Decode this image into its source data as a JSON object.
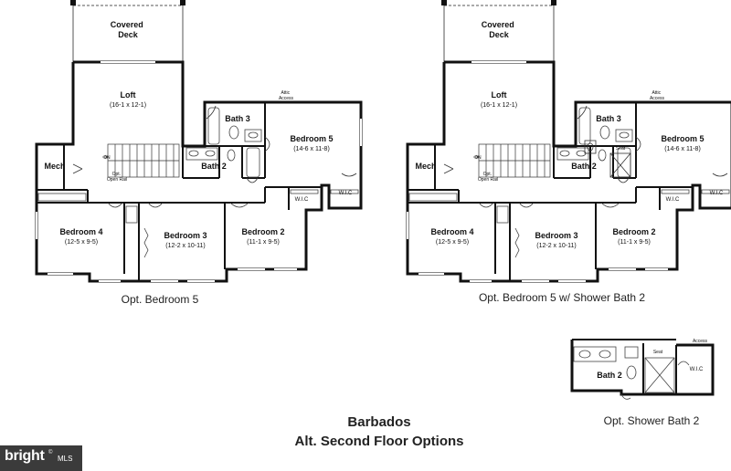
{
  "plan_a": {
    "caption": "Opt. Bedroom 5",
    "rooms": {
      "covered_deck": "Covered\nDeck",
      "loft": "Loft",
      "loft_dims": "(16-1 x 12-1)",
      "bath3": "Bath 3",
      "attic": "Attic\nAccess",
      "bedroom5": "Bedroom 5",
      "bedroom5_dims": "(14-6 x 11-8)",
      "bath2": "Bath 2",
      "mech": "Mech",
      "dn": "DN",
      "open_rail": "Opt.\nOpen Rail",
      "wic_a": "W.I.C",
      "wic_b": "W.I.C",
      "bedroom4": "Bedroom 4",
      "bedroom4_dims": "(12-5 x 9-5)",
      "bedroom3": "Bedroom 3",
      "bedroom3_dims": "(12-2 x 10-11)",
      "bedroom2": "Bedroom 2",
      "bedroom2_dims": "(11-1 x 9-5)"
    }
  },
  "plan_b": {
    "caption": "Opt. Bedroom 5 w/ Shower Bath 2",
    "rooms": {
      "covered_deck": "Covered\nDeck",
      "loft": "Loft",
      "loft_dims": "(16-1 x 12-1)",
      "bath3": "Bath 3",
      "attic": "Attic\nAccess",
      "bedroom5": "Bedroom 5",
      "bedroom5_dims": "(14-6 x 11-8)",
      "bath2": "Bath 2",
      "seat": "Seat",
      "mech": "Mech",
      "dn": "DN",
      "open_rail": "Opt.\nOpen Rail",
      "wic_a": "W.I.C",
      "wic_b": "W.I.C",
      "bedroom4": "Bedroom 4",
      "bedroom4_dims": "(12-5 x 9-5)",
      "bedroom3": "Bedroom 3",
      "bedroom3_dims": "(12-2 x 10-11)",
      "bedroom2": "Bedroom 2",
      "bedroom2_dims": "(11-1 x 9-5)"
    }
  },
  "plan_c": {
    "caption": "Opt. Shower Bath 2",
    "rooms": {
      "bath2": "Bath 2",
      "seat": "Seat",
      "access": "Access",
      "wic": "W.I.C"
    }
  },
  "title": {
    "line1": "Barbados",
    "line2": "Alt. Second Floor Options"
  },
  "watermark": {
    "brand": "bright",
    "suffix": "MLS",
    "mark": "©"
  },
  "colors": {
    "wall": "#111111",
    "fixture": "#444444",
    "background": "#ffffff",
    "watermark_bg": "#3b3b3b"
  }
}
